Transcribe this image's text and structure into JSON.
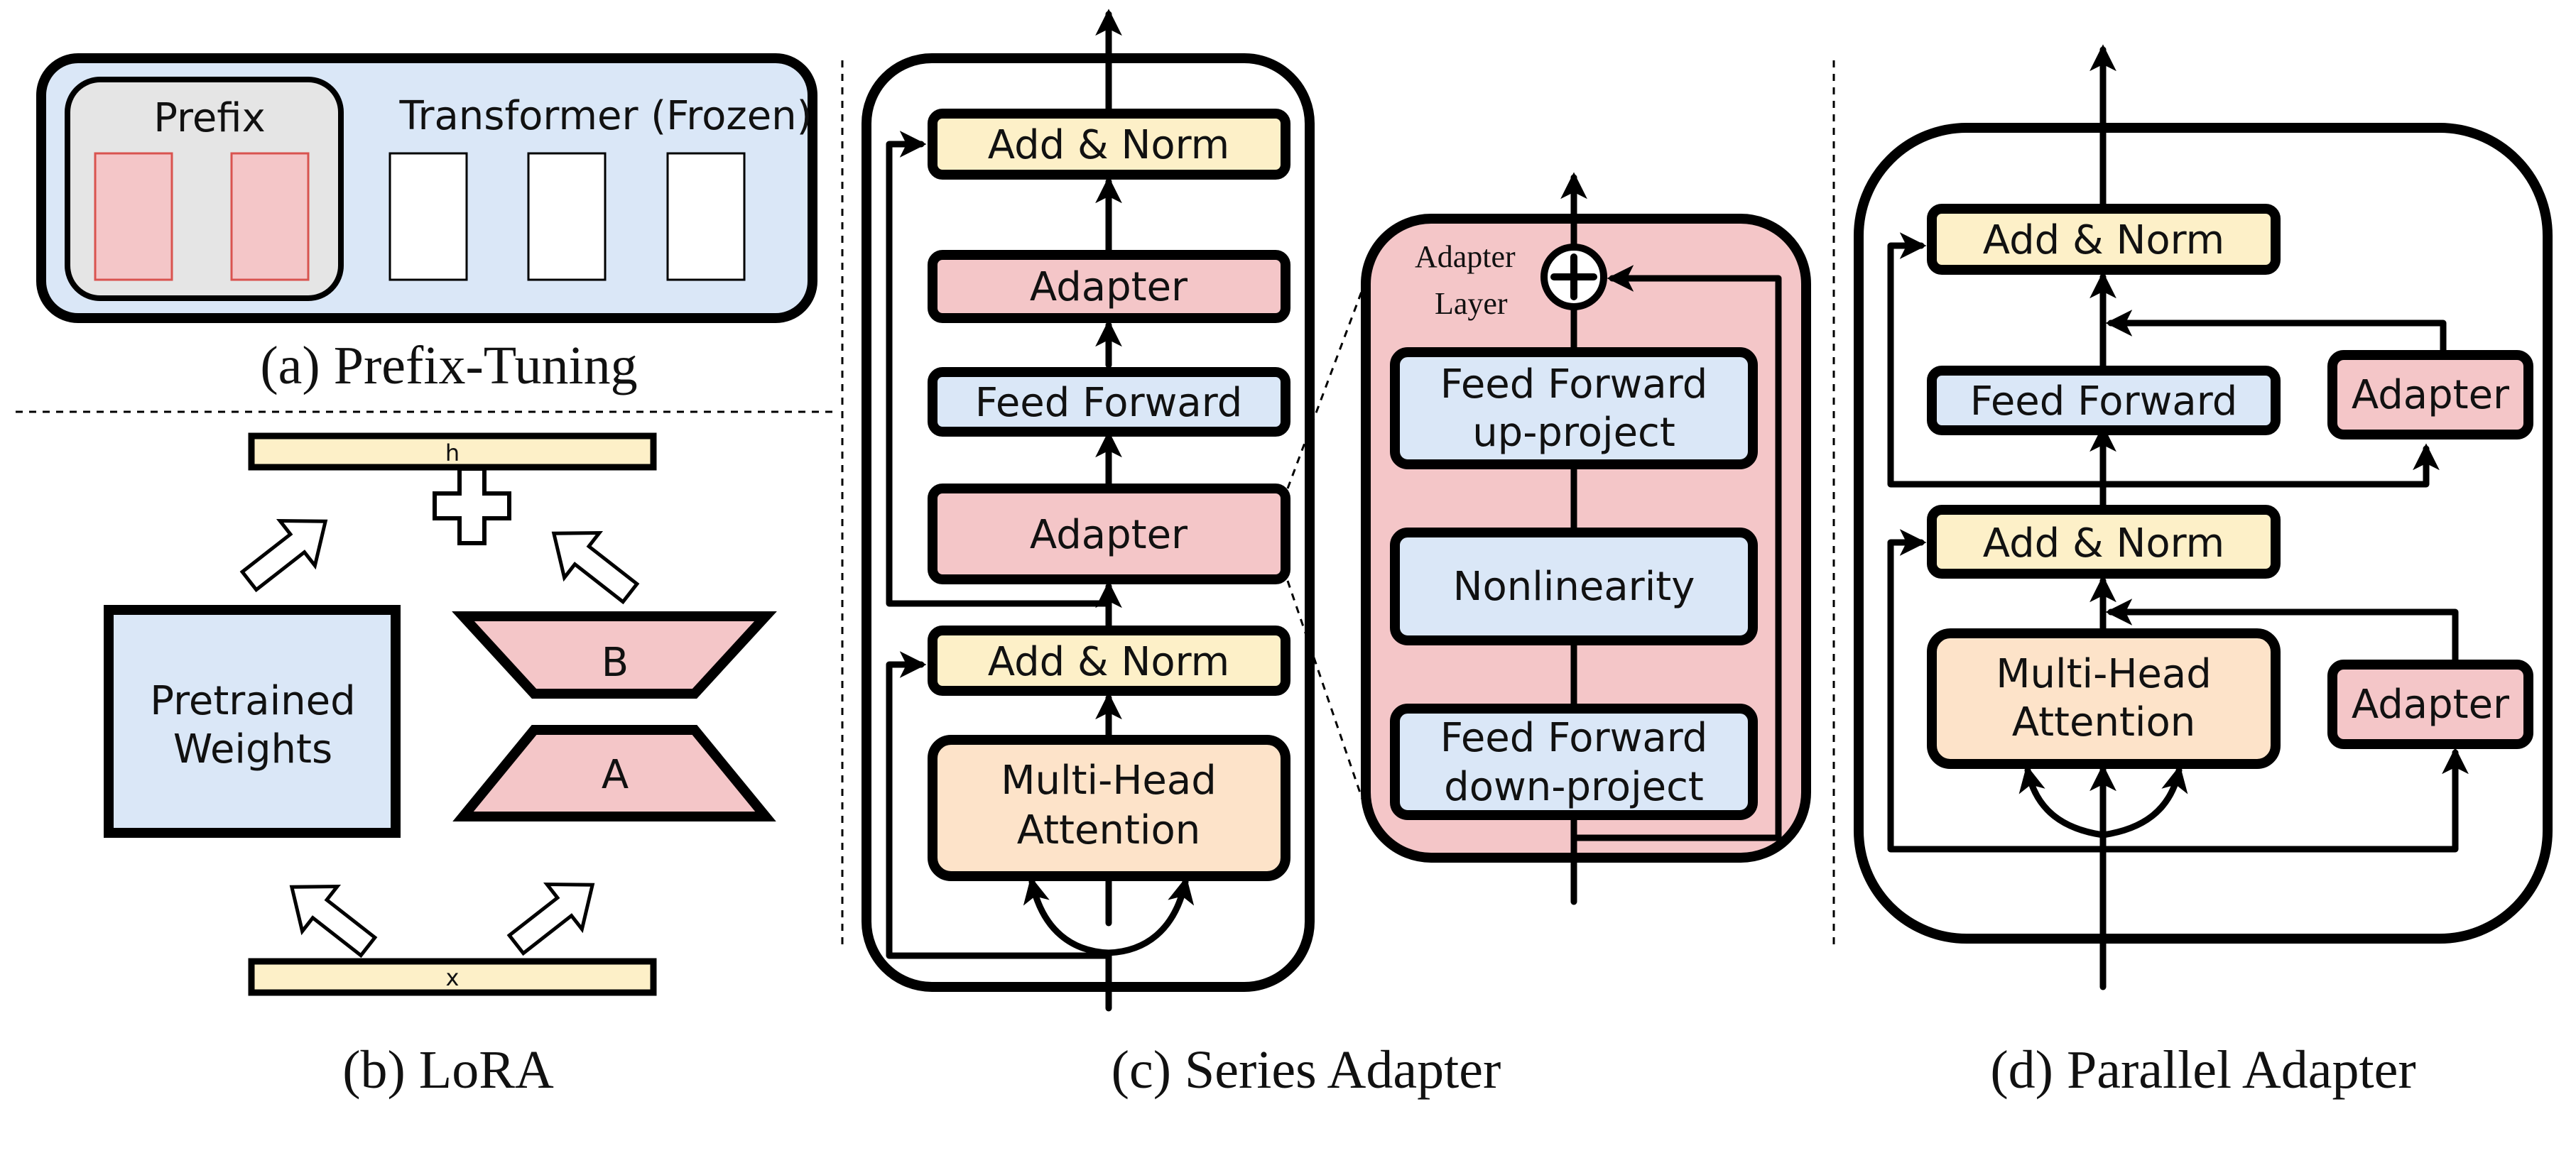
{
  "colors": {
    "blue": "#dae7f7",
    "pink": "#f4c6c8",
    "yellow": "#fdf0c8",
    "peach": "#fde3c9",
    "gray": "#e5e5e5",
    "prefix_block_fill": "#f4c6c8",
    "prefix_block_stroke": "#d9534f"
  },
  "prefix_tuning": {
    "prefix_label": "Prefix",
    "transformer_label": "Transformer (Frozen)",
    "caption": "(a) Prefix-Tuning"
  },
  "lora": {
    "h_label": "h",
    "x_label": "x",
    "pretrained_line1": "Pretrained",
    "pretrained_line2": "Weights",
    "b_label": "B",
    "a_label": "A",
    "caption": "(b) LoRA"
  },
  "series_adapter": {
    "add_norm_top": "Add & Norm",
    "adapter_top": "Adapter",
    "feed_forward": "Feed Forward",
    "adapter_bottom": "Adapter",
    "add_norm_bottom": "Add & Norm",
    "mha_line1": "Multi-Head",
    "mha_line2": "Attention",
    "caption": "(c) Series Adapter"
  },
  "adapter_layer": {
    "title_line1": "Adapter",
    "title_line2": "Layer",
    "up_line1": "Feed Forward",
    "up_line2": "up-project",
    "nonlinearity": "Nonlinearity",
    "down_line1": "Feed Forward",
    "down_line2": "down-project"
  },
  "parallel_adapter": {
    "add_norm_top": "Add & Norm",
    "feed_forward": "Feed Forward",
    "adapter_top": "Adapter",
    "add_norm_mid": "Add & Norm",
    "mha_line1": "Multi-Head",
    "mha_line2": "Attention",
    "adapter_bottom": "Adapter",
    "caption": "(d) Parallel Adapter"
  }
}
